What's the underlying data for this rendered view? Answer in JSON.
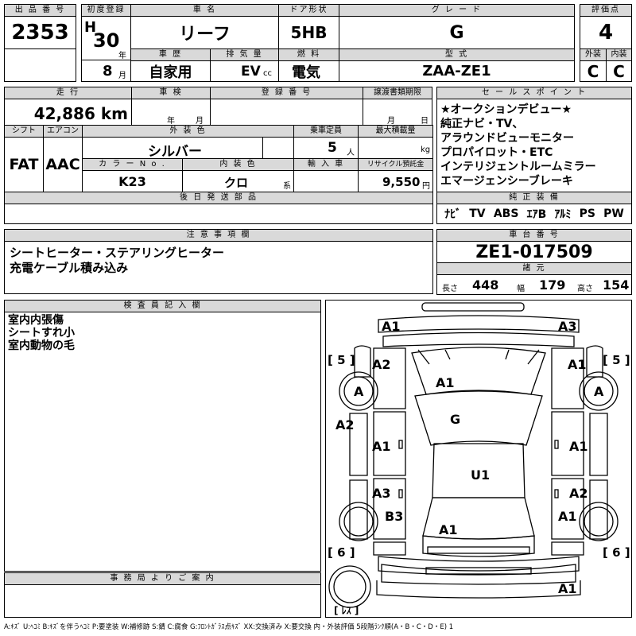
{
  "header": {
    "lot_no": {
      "label": "出 品 番 号",
      "value": "2353"
    },
    "first_reg": {
      "label": "初度登録",
      "era": "H",
      "year": "30",
      "year_unit": "年",
      "month": "8",
      "month_unit": "月"
    },
    "car_name": {
      "label": "車 名",
      "value": "リーフ"
    },
    "door": {
      "label": "ドア形状",
      "value": "5HB"
    },
    "grade": {
      "label": "グ レ ー ド",
      "value": "G"
    },
    "score": {
      "label": "評価点",
      "value": "4"
    },
    "history": {
      "label": "車 歴",
      "value": "自家用"
    },
    "displacement": {
      "label": "排 気 量",
      "value": "EV",
      "unit": "cc"
    },
    "fuel": {
      "label": "燃 料",
      "value": "電気"
    },
    "model": {
      "label": "型 式",
      "value": "ZAA-ZE1"
    },
    "exterior": {
      "label": "外装",
      "value": "C"
    },
    "interior": {
      "label": "内装",
      "value": "C"
    }
  },
  "row2": {
    "mileage": {
      "label": "走 行",
      "value": "42,886",
      "unit": "km"
    },
    "inspection": {
      "label": "車 検",
      "year_unit": "年",
      "month_unit": "月"
    },
    "reg_no": {
      "label": "登 録 番 号"
    },
    "transfer": {
      "label": "譲渡書類期限",
      "month_unit": "月",
      "day_unit": "日"
    },
    "shift": {
      "label": "シフト",
      "value": "FAT"
    },
    "aircon": {
      "label": "エアコン",
      "value": "AAC"
    },
    "color": {
      "label": "外 装 色",
      "value": "シルバー"
    },
    "capacity": {
      "label": "乗車定員",
      "value": "5",
      "unit": "人"
    },
    "load": {
      "label": "最大積載量",
      "unit": "kg"
    },
    "color_no": {
      "label": "カ ラ ー N o .",
      "value": "K23"
    },
    "int_color": {
      "label": "内 装 色",
      "value": "クロ",
      "unit": "系"
    },
    "import": {
      "label": "輸 入 車"
    },
    "recycle": {
      "label": "リサイクル預託金",
      "value": "9,550",
      "unit": "円"
    },
    "later_parts": {
      "label": "後 日 発 送 部 品"
    }
  },
  "sales_points": {
    "label": "セ ー ル ス ポ イ ン ト",
    "lines": [
      "★オークションデビュー★",
      "純正ナビ・TV、",
      "アラウンドビューモニター",
      "プロパイロット・ETC",
      "インテリジェントルームミラー",
      "エマージェンシーブレーキ"
    ]
  },
  "equipment": {
    "label": "純 正 装 備",
    "items": [
      "ﾅﾋﾞ",
      "TV",
      "ABS",
      "ｴｱB",
      "ｱﾙﾐ",
      "PS",
      "PW"
    ]
  },
  "notes": {
    "label": "注 意 事 項 欄",
    "lines": [
      "シートヒーター・ステアリングヒーター",
      "充電ケーブル積み込み"
    ]
  },
  "chassis": {
    "label": "車 台 番 号",
    "value": "ZE1-017509"
  },
  "specs": {
    "label": "諸 元",
    "length_label": "長さ",
    "length": "448",
    "width_label": "幅",
    "width": "179",
    "height_label": "高さ",
    "height": "154"
  },
  "inspector": {
    "label": "検 査 員 記 入 欄",
    "lines": [
      "室内内張傷",
      "シートすれ小",
      "室内動物の毛"
    ]
  },
  "office": {
    "label": "事 務 局 よ り ご 案 内"
  },
  "diagram": {
    "marks": [
      "A1",
      "A3",
      "A2",
      "A1",
      "A",
      "A",
      "A1",
      "A2",
      "G",
      "A1",
      "A1",
      "U1",
      "A3",
      "A2",
      "B3",
      "A1",
      "A1",
      "A1"
    ],
    "tire_labels": [
      "[ 5 ]",
      "[ 5 ]",
      "[ 6 ]",
      "[ 6 ]",
      "[ ﾚｽ ]"
    ]
  },
  "legend": "A:ｷｽﾞ  U:ﾍｺﾐ  B:ｷｽﾞを伴うﾍｺﾐ  P:要塗装  W:補修跡  S:錆  C:腐食  G:ﾌﾛﾝﾄｶﾞﾗｽ点ｷｽﾞ  XX:交換済み  X:要交換    内・外装評価  5段階ﾗﾝｸ順(A・B・C・D・E)  1"
}
